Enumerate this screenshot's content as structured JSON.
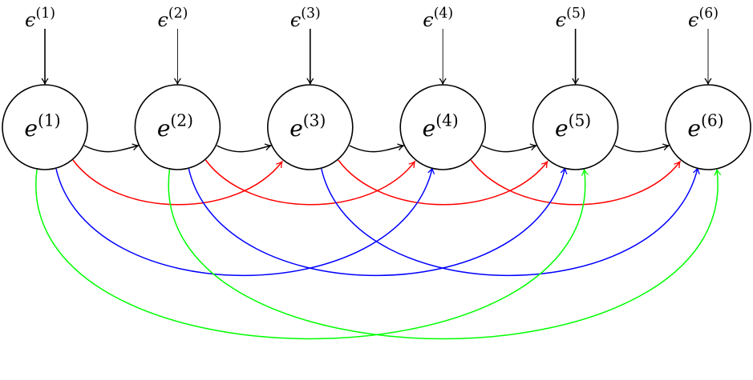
{
  "nodes": [
    {
      "base": "e",
      "index": "(1)"
    },
    {
      "base": "e",
      "index": "(2)"
    },
    {
      "base": "e",
      "index": "(3)"
    },
    {
      "base": "e",
      "index": "(4)"
    },
    {
      "base": "e",
      "index": "(5)"
    },
    {
      "base": "e",
      "index": "(6)"
    }
  ],
  "noise": [
    {
      "base": "ϵ",
      "index": "(1)"
    },
    {
      "base": "ϵ",
      "index": "(2)"
    },
    {
      "base": "ϵ",
      "index": "(3)"
    },
    {
      "base": "ϵ",
      "index": "(4)"
    },
    {
      "base": "ϵ",
      "index": "(5)"
    },
    {
      "base": "ϵ",
      "index": "(6)"
    }
  ],
  "edge_colors": {
    "lag1": "#000000",
    "lag2": "#ff0000",
    "lag3": "#0000ff",
    "lag4": "#00ff00"
  },
  "edges": [
    {
      "from": 1,
      "to": 2,
      "lag": 1
    },
    {
      "from": 2,
      "to": 3,
      "lag": 1
    },
    {
      "from": 3,
      "to": 4,
      "lag": 1
    },
    {
      "from": 4,
      "to": 5,
      "lag": 1
    },
    {
      "from": 5,
      "to": 6,
      "lag": 1
    },
    {
      "from": 1,
      "to": 3,
      "lag": 2
    },
    {
      "from": 2,
      "to": 4,
      "lag": 2
    },
    {
      "from": 3,
      "to": 5,
      "lag": 2
    },
    {
      "from": 4,
      "to": 6,
      "lag": 2
    },
    {
      "from": 1,
      "to": 4,
      "lag": 3
    },
    {
      "from": 2,
      "to": 5,
      "lag": 3
    },
    {
      "from": 3,
      "to": 6,
      "lag": 3
    },
    {
      "from": 1,
      "to": 5,
      "lag": 4
    },
    {
      "from": 2,
      "to": 6,
      "lag": 4
    }
  ]
}
